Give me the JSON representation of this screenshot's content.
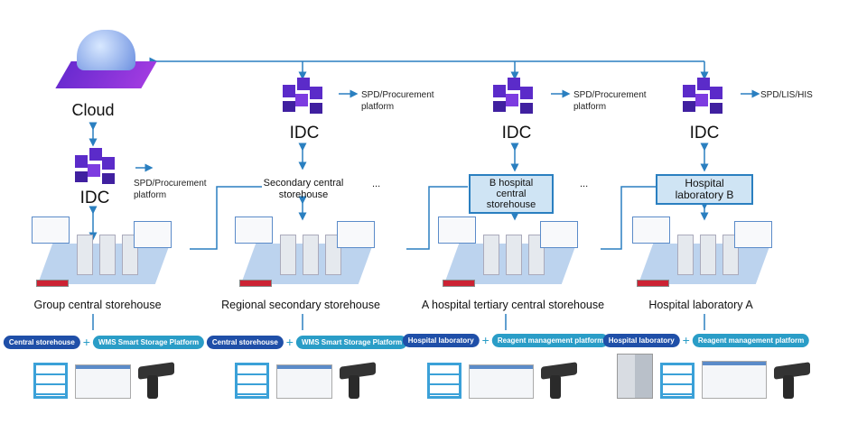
{
  "cloud": {
    "label": "Cloud"
  },
  "idc_label": "IDC",
  "columns": [
    {
      "side": "SPD/Procurement platform",
      "tier": "",
      "title": "Group central storehouse",
      "pill1": "Central storehouse",
      "pill2": "WMS Smart Storage Platform"
    },
    {
      "side": "SPD/Procurement platform",
      "tier": "Secondary central storehouse",
      "ellipsis": "...",
      "title": "Regional secondary storehouse",
      "pill1": "Central storehouse",
      "pill2": "WMS Smart Storage Platform"
    },
    {
      "side": "SPD/Procurement platform",
      "tier": "B hospital central storehouse",
      "ellipsis": "...",
      "title": "A hospital tertiary central storehouse",
      "pill1": "Hospital laboratory",
      "pill2": "Reagent management platform"
    },
    {
      "side": "SPD/LIS/HIS",
      "tier": "Hospital laboratory B",
      "title": "Hospital laboratory A",
      "pill1": "Hospital laboratory",
      "pill2": "Reagent management platform"
    }
  ],
  "colors": {
    "line": "#2a7fc0",
    "pill_dark": "#1f4fa8",
    "pill_light": "#2a9dc7",
    "box_fill": "#cfe4f4"
  }
}
